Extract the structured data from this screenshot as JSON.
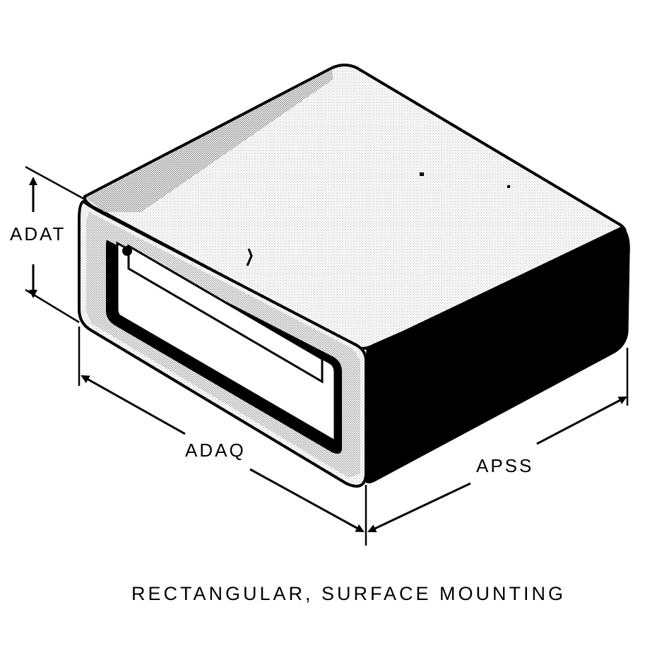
{
  "colors": {
    "ink": "#000000",
    "paper": "#ffffff"
  },
  "dimensions": {
    "height_label": "ADAT",
    "length_label": "ADAQ",
    "width_label": "APSS"
  },
  "caption": "RECTANGULAR, SURFACE MOUNTING"
}
